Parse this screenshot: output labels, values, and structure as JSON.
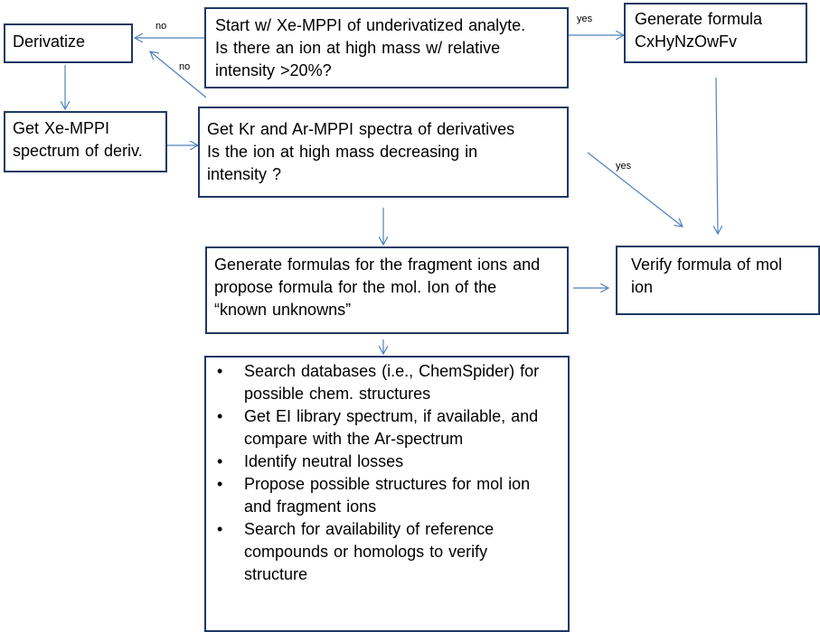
{
  "nodes": {
    "start": {
      "lines": [
        "Start w/ Xe-MPPI of underivatized  analyte.",
        " Is there  an ion at high mass w/ relative",
        "intensity >20%?"
      ]
    },
    "derivatize": {
      "lines": [
        "Derivatize"
      ]
    },
    "generate_formula": {
      "lines": [
        "Generate formula",
        "CxHyNzOwFv"
      ]
    },
    "get_xe": {
      "lines": [
        "Get Xe-MPPI",
        "spectrum  of deriv."
      ]
    },
    "get_kr": {
      "lines": [
        "Get Kr and Ar-MPPI spectra of derivatives",
        "Is the ion at high mass decreasing  in",
        "intensity ?"
      ]
    },
    "generate_fragments": {
      "lines": [
        "Generate formulas for the fragment ions and",
        "propose formula for the mol. Ion of the",
        "“known unknowns”"
      ]
    },
    "verify": {
      "lines": [
        "Verify formula of mol",
        "ion"
      ]
    },
    "search": {
      "bullet": "•",
      "items": [
        {
          "lines": [
            "Search databases (i.e., ChemSpider)  for",
            "possible chem. structures"
          ]
        },
        {
          "lines": [
            "Get EI library spectrum, if available, and",
            "compare with the Ar-spectrum"
          ]
        },
        {
          "lines": [
            "Identify neutral losses"
          ]
        },
        {
          "lines": [
            "Propose possible structures for mol ion",
            "and fragment ions"
          ]
        },
        {
          "lines": [
            "Search for availability of reference",
            "compounds or homologs to verify",
            "structure"
          ]
        }
      ]
    }
  },
  "edge_labels": {
    "no_start_to_derivatize": "no",
    "no_getkr_to_derivatize": "no",
    "yes_start_to_genformula": "yes",
    "yes_getkr_to_verify": "yes"
  },
  "colors": {
    "box_border": "#1f3864",
    "arrow": "#4f81bd"
  }
}
